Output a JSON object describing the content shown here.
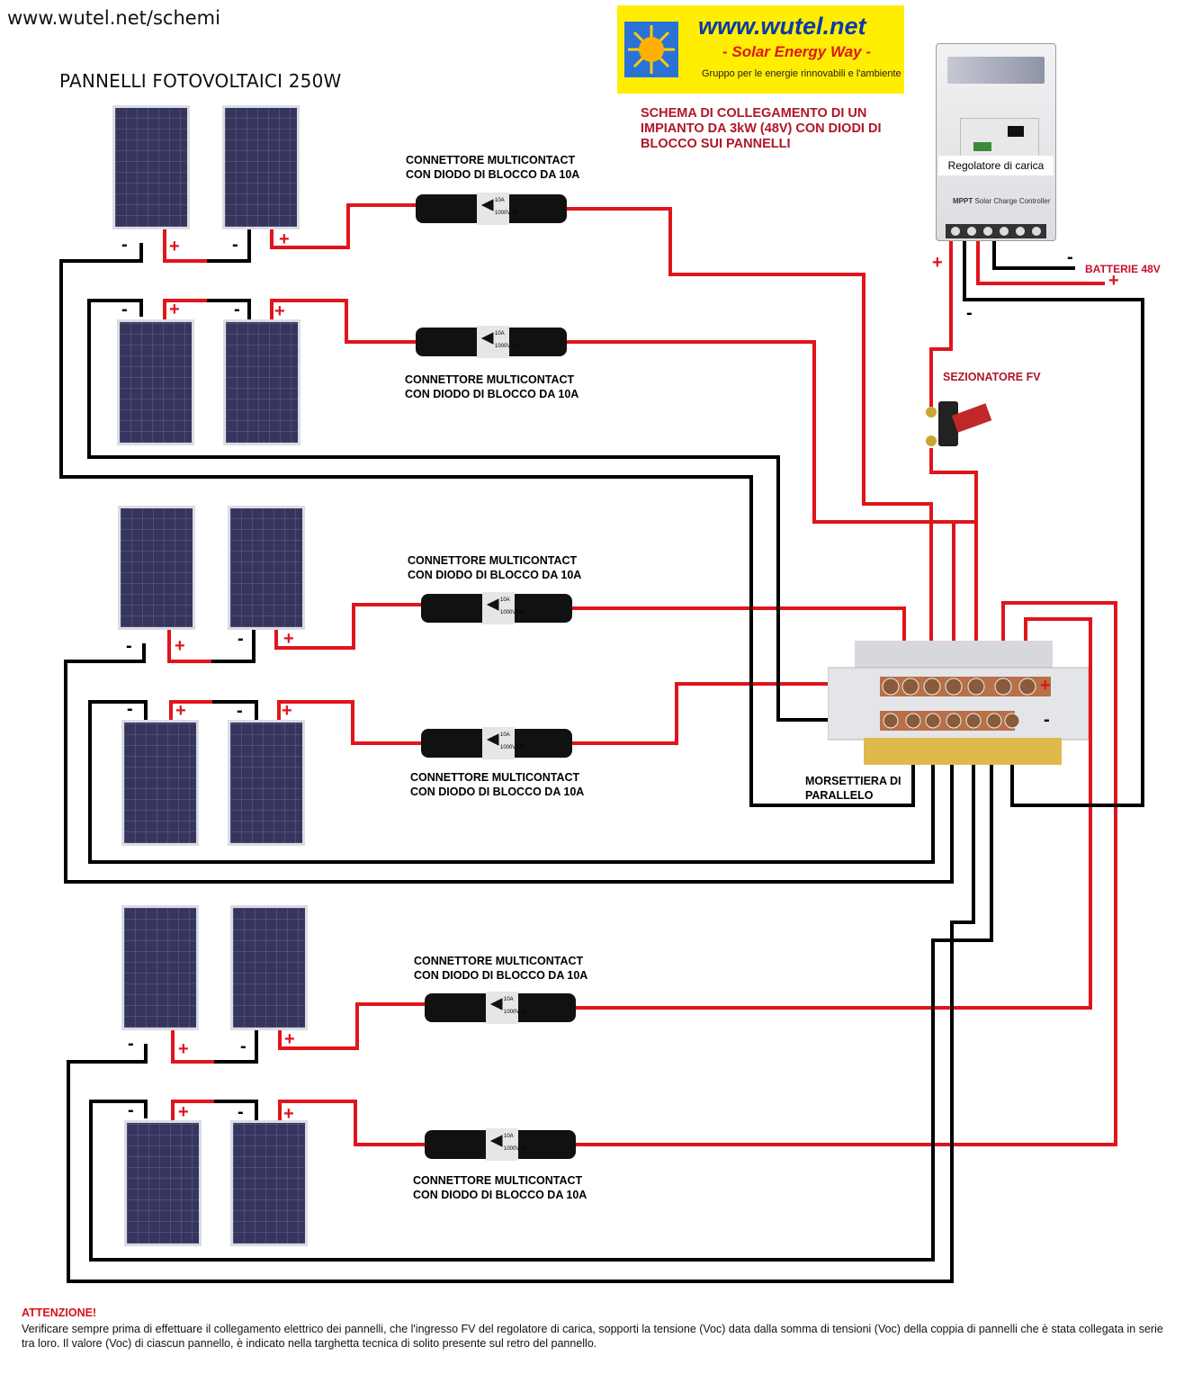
{
  "header": {
    "site_url": "www.wutel.net/schemi",
    "panels_title": "PANNELLI FOTOVOLTAICI 250W"
  },
  "logo": {
    "site": "www.wutel.net",
    "tagline": "- Solar Energy Way -",
    "group": "Gruppo per le energie rinnovabili e l'ambiente"
  },
  "schema_title": "SCHEMA DI COLLEGAMENTO DI UN IMPIANTO DA 3kW (48V) CON DIODI DI BLOCCO SUI PANNELLI",
  "connectors": [
    {
      "line1": "CONNETTORE MULTICONTACT",
      "line2": "CON DIODO DI BLOCCO DA 10A"
    },
    {
      "line1": "CONNETTORE MULTICONTACT",
      "line2": "CON DIODO DI BLOCCO DA 10A"
    },
    {
      "line1": "CONNETTORE MULTICONTACT",
      "line2": "CON DIODO DI BLOCCO DA 10A"
    },
    {
      "line1": "CONNETTORE MULTICONTACT",
      "line2": "CON DIODO DI BLOCCO DA 10A"
    },
    {
      "line1": "CONNETTORE MULTICONTACT",
      "line2": "CON DIODO DI BLOCCO DA 10A"
    },
    {
      "line1": "CONNETTORE MULTICONTACT",
      "line2": "CON DIODO DI BLOCCO DA 10A"
    }
  ],
  "connector_body_text": {
    "a": "10A",
    "b": "1000V UL"
  },
  "signs": {
    "neg": "-",
    "pos": "+"
  },
  "regulator": {
    "label": "Regolatore di carica",
    "brand": "MPPT",
    "subtitle": "Solar Charge Controller"
  },
  "batteries_label": "BATTERIE 48V",
  "disconnector_label": "SEZIONATORE FV",
  "busbar": {
    "line1": "MORSETTIERA DI",
    "line2": "PARALLELO"
  },
  "warning": {
    "title": "ATTENZIONE!",
    "text": "Verificare sempre prima di effettuare il collegamento elettrico dei pannelli, che l'ingresso FV del regolatore di carica, sopporti la tensione (Voc) data dalla somma di tensioni (Voc) della coppia di pannelli che è stata collegata in serie tra loro. Il valore (Voc) di ciascun pannello, è indicato nella targhetta tecnica di solito presente sul retro del pannello."
  },
  "colors": {
    "positive_wire": "#e0151b",
    "negative_wire": "#000000",
    "panel": "#35355e",
    "logo_bg": "#ffee00"
  }
}
